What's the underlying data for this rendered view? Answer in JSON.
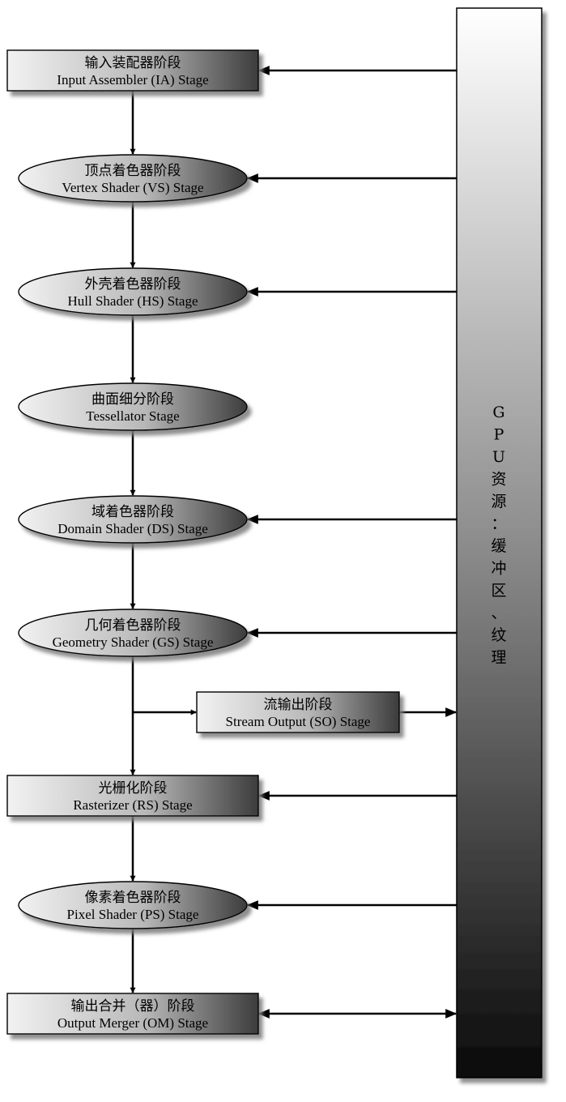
{
  "stages": [
    {
      "id": "ia",
      "shape": "rect",
      "zh": "输入装配器阶段",
      "en": "Input Assembler (IA) Stage",
      "gpu_link": "read"
    },
    {
      "id": "vs",
      "shape": "ellipse",
      "zh": "顶点着色器阶段",
      "en": "Vertex Shader (VS) Stage",
      "gpu_link": "read"
    },
    {
      "id": "hs",
      "shape": "ellipse",
      "zh": "外壳着色器阶段",
      "en": "Hull Shader (HS) Stage",
      "gpu_link": "read"
    },
    {
      "id": "ts",
      "shape": "ellipse",
      "zh": "曲面细分阶段",
      "en": "Tessellator Stage",
      "gpu_link": "none"
    },
    {
      "id": "ds",
      "shape": "ellipse",
      "zh": "域着色器阶段",
      "en": "Domain Shader (DS) Stage",
      "gpu_link": "read"
    },
    {
      "id": "gs",
      "shape": "ellipse",
      "zh": "几何着色器阶段",
      "en": "Geometry Shader (GS) Stage",
      "gpu_link": "read"
    },
    {
      "id": "so",
      "shape": "rect",
      "zh": "流输出阶段",
      "en": "Stream Output (SO) Stage",
      "gpu_link": "write"
    },
    {
      "id": "rs",
      "shape": "rect",
      "zh": "光栅化阶段",
      "en": "Rasterizer (RS) Stage",
      "gpu_link": "read"
    },
    {
      "id": "ps",
      "shape": "ellipse",
      "zh": "像素着色器阶段",
      "en": "Pixel Shader (PS) Stage",
      "gpu_link": "read"
    },
    {
      "id": "om",
      "shape": "rect",
      "zh": "输出合并（器）阶段",
      "en": "Output Merger (OM) Stage",
      "gpu_link": "both"
    }
  ],
  "gpu_resources": {
    "label_chars": [
      "G",
      "P",
      "U",
      "资",
      "源",
      "：",
      "缓",
      "冲",
      "区",
      "、",
      "纹",
      "理"
    ]
  },
  "colors": {
    "node_light": "#f2f2f2",
    "node_dark": "#3c3c3c",
    "gpu_light": "#ffffff",
    "gpu_dark": "#0a0a0a",
    "shadow": "#8a8a8a"
  }
}
